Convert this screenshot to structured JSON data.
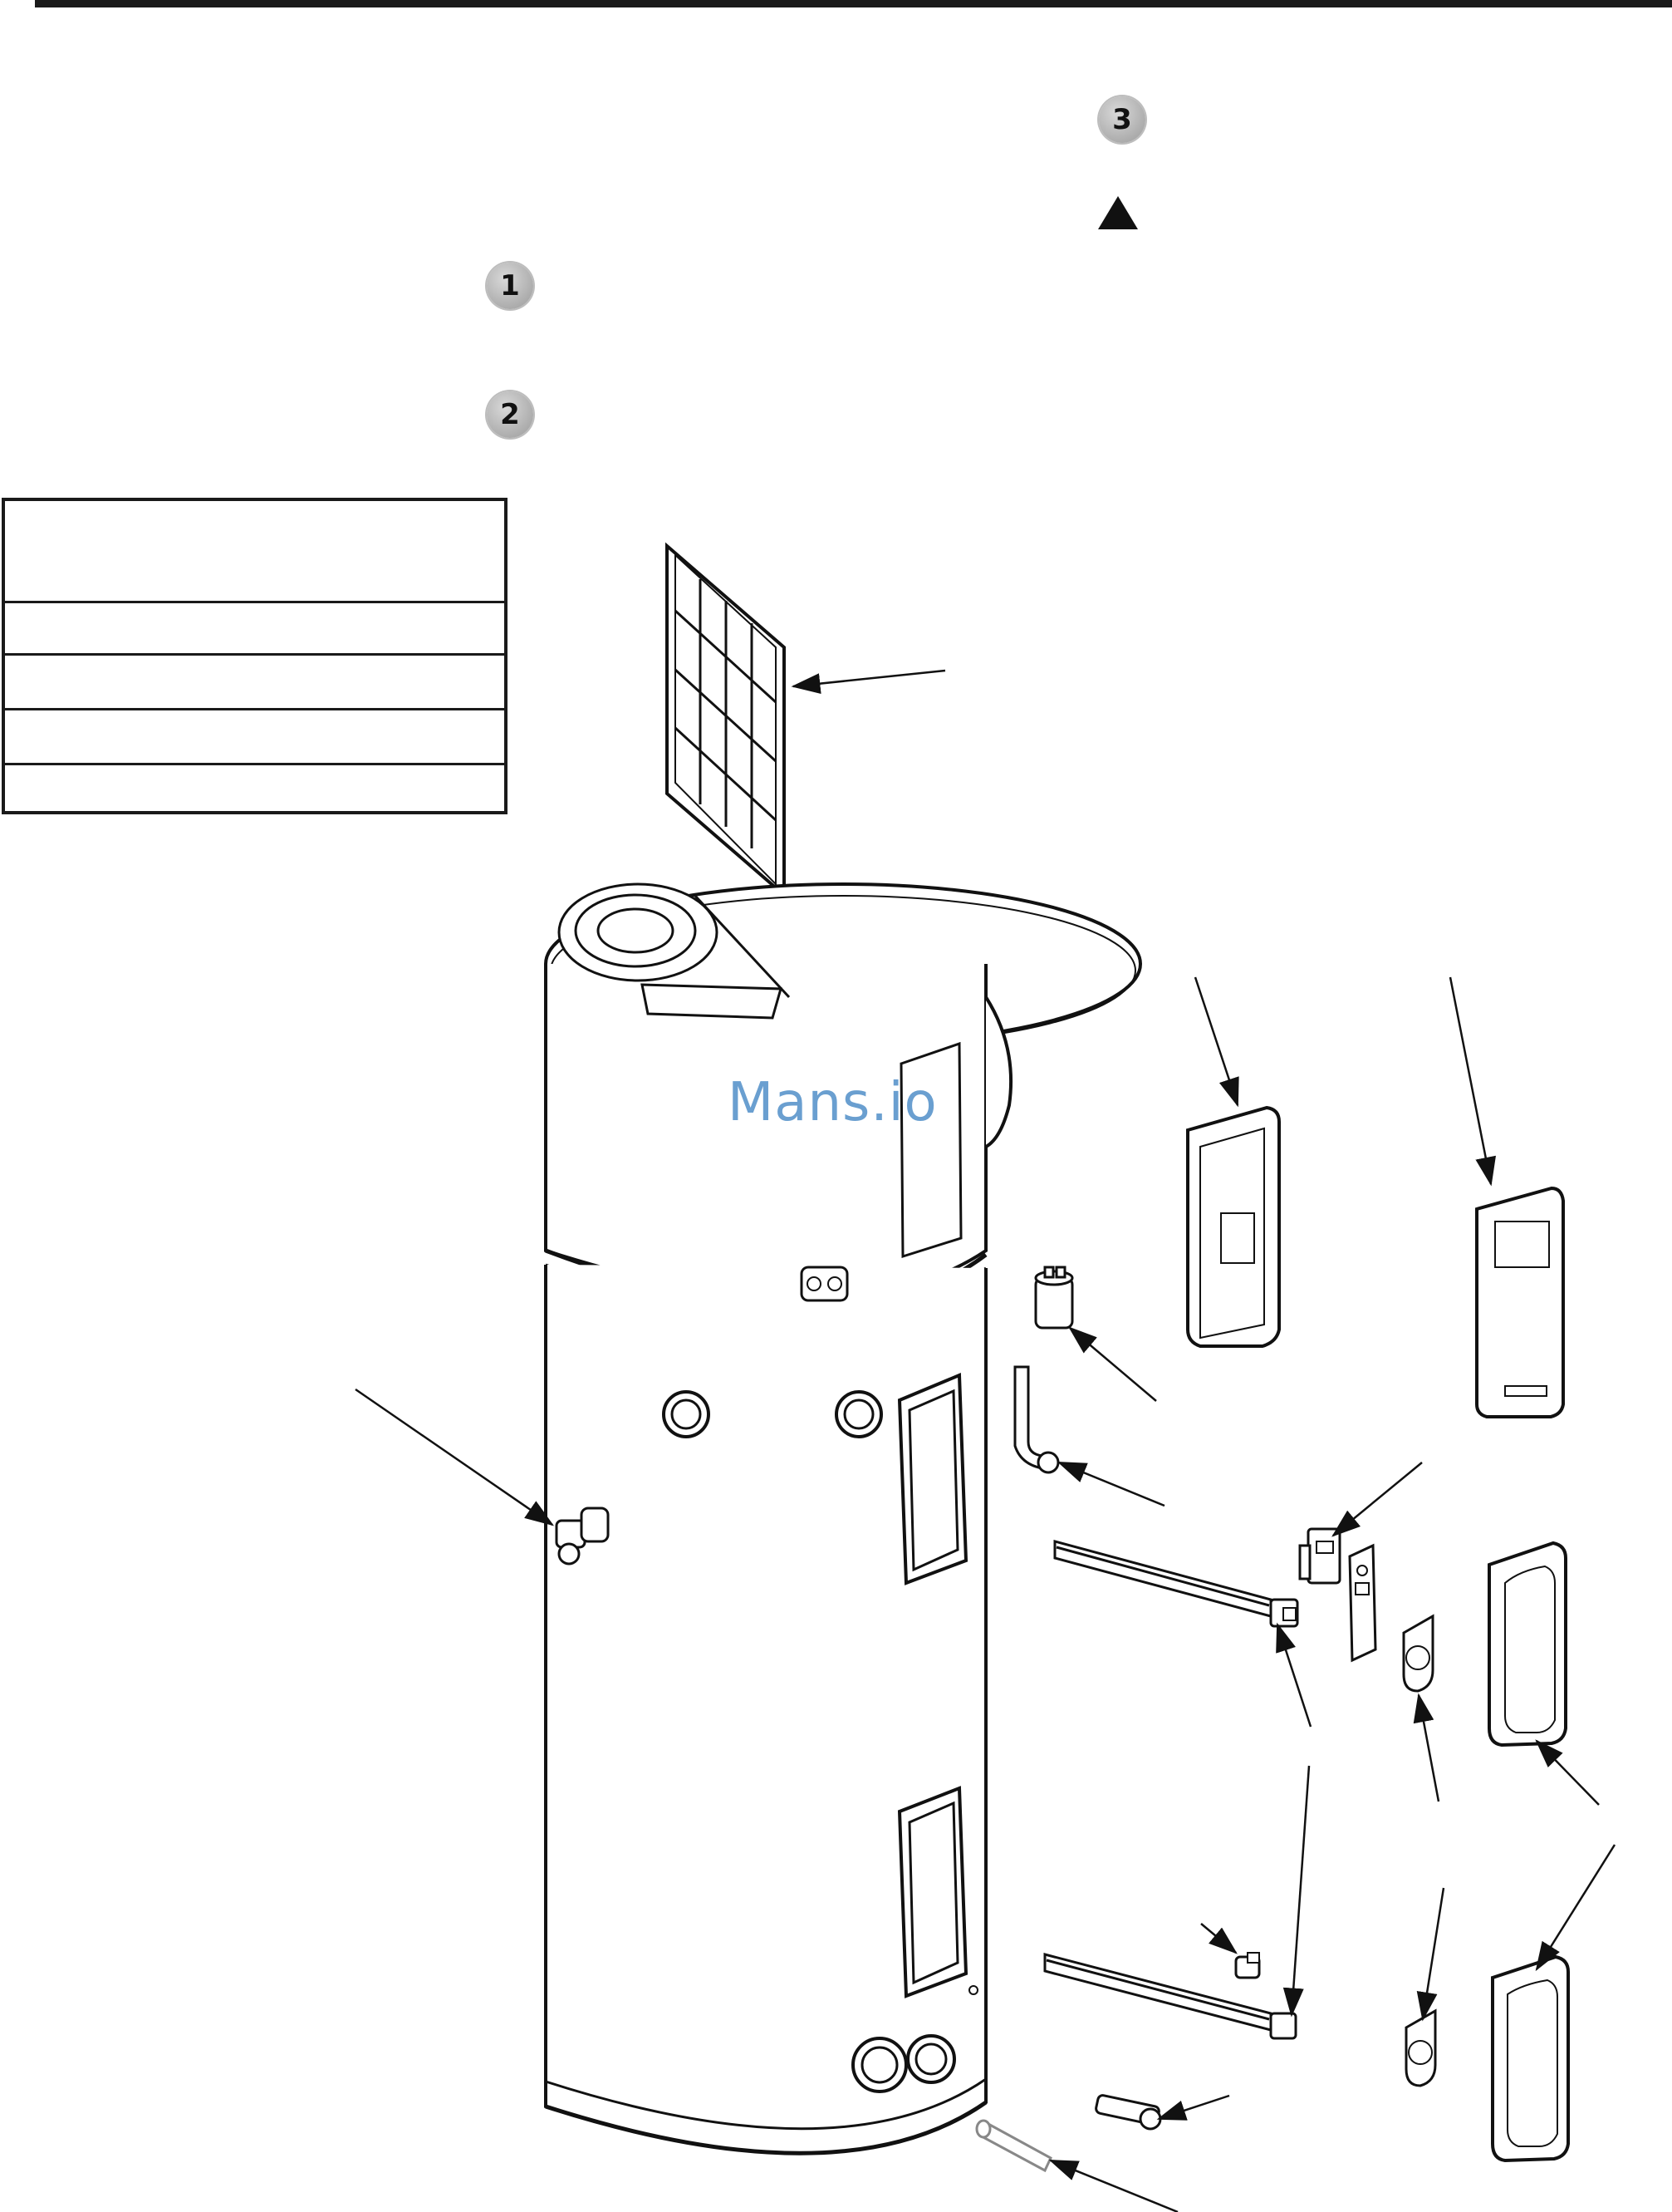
{
  "header": {
    "rule_color": "#1a1a1a"
  },
  "steps": [
    {
      "number": "1"
    },
    {
      "number": "2"
    },
    {
      "number": "3"
    }
  ],
  "warning_icon": {
    "name": "warning-triangle-icon"
  },
  "table": {
    "row_count": 5
  },
  "watermark": {
    "text": "Mans.io",
    "color": "#6a9fd0"
  },
  "diagram": {
    "parts": [
      "air-filter",
      "water-heater-tank",
      "fan-assembly",
      "control-panel-cover",
      "display-panel-cover",
      "capacitor",
      "condensate-drain-elbow",
      "thermostat",
      "insulation-cover",
      "upper-heating-element",
      "element-gasket",
      "element-access-cover",
      "lower-heating-element",
      "anode-rod",
      "drain-valve",
      "temperature-pressure-relief-valve",
      "element-plug"
    ]
  }
}
